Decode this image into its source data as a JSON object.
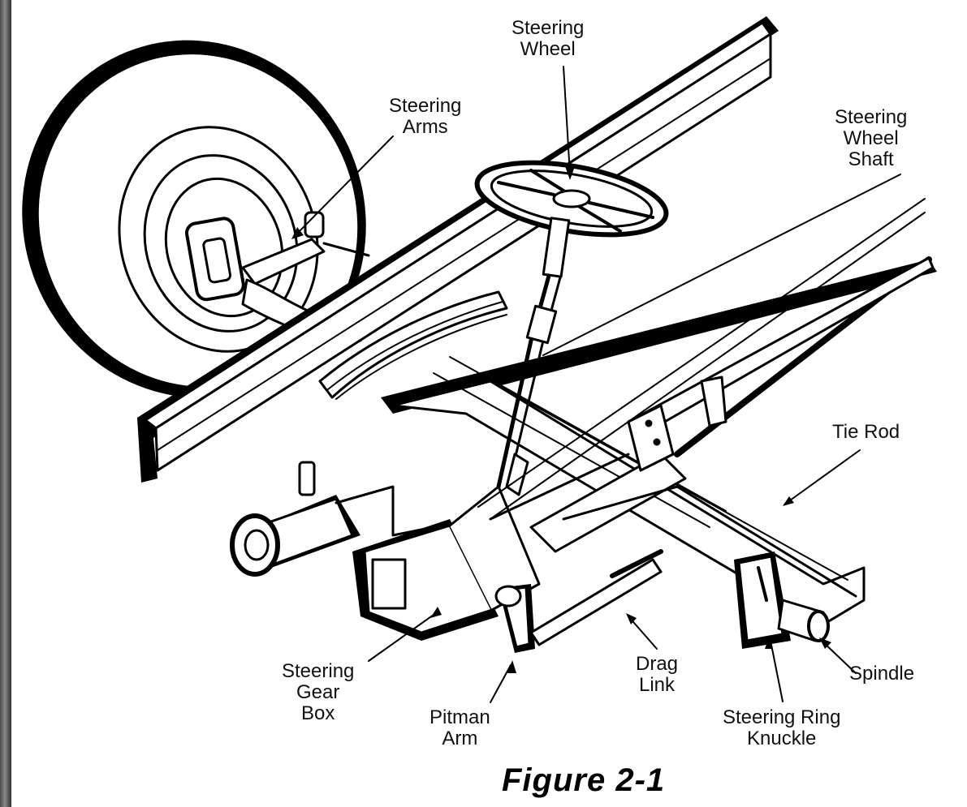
{
  "figure": {
    "caption": "Figure 2-1",
    "labels": {
      "steering_wheel": "Steering\nWheel",
      "steering_arms": "Steering\nArms",
      "steering_wheel_shaft": "Steering\nWheel\nShaft",
      "tie_rod": "Tie Rod",
      "steering_gear_box": "Steering\nGear\nBox",
      "pitman_arm": "Pitman\nArm",
      "drag_link": "Drag\nLink",
      "steering_ring_knuckle": "Steering Ring\nKnuckle",
      "spindle": "Spindle"
    }
  }
}
